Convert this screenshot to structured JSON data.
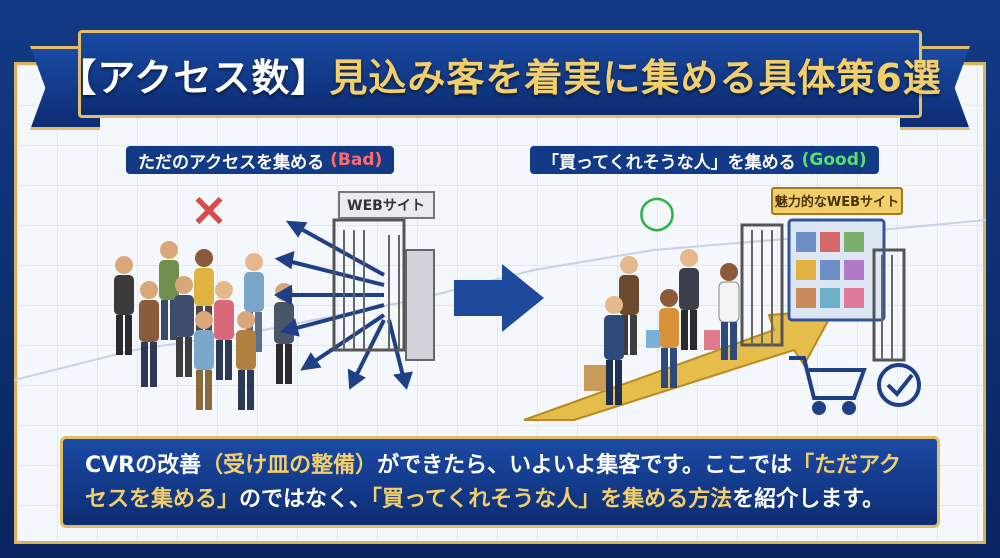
{
  "title": {
    "part1": "【アクセス数】",
    "part2": "見込み客を着実に集める具体策6選"
  },
  "left_label": {
    "text": "ただのアクセスを集める",
    "tag": "(Bad)"
  },
  "right_label": {
    "text": "「買ってくれそうな人」を集める",
    "tag": "(Good)"
  },
  "left_sign": "WEBサイト",
  "right_sign": "魅力的なWEBサイト",
  "marks": {
    "bad": "×",
    "good": "○"
  },
  "bottom": {
    "t1": "CVRの改善",
    "t2": "（受け皿の整備）",
    "t3": "ができたら、いよいよ集客です。ここでは",
    "t4": "「ただアク",
    "t5": "セスを集める」",
    "t6": "のではなく、",
    "t7": "「買ってくれそうな人」を集める方法",
    "t8": "を紹介します。"
  },
  "colors": {
    "navy": "#123a86",
    "gold": "#e0be6a",
    "bad": "#d94a4a",
    "good": "#2db34a"
  }
}
